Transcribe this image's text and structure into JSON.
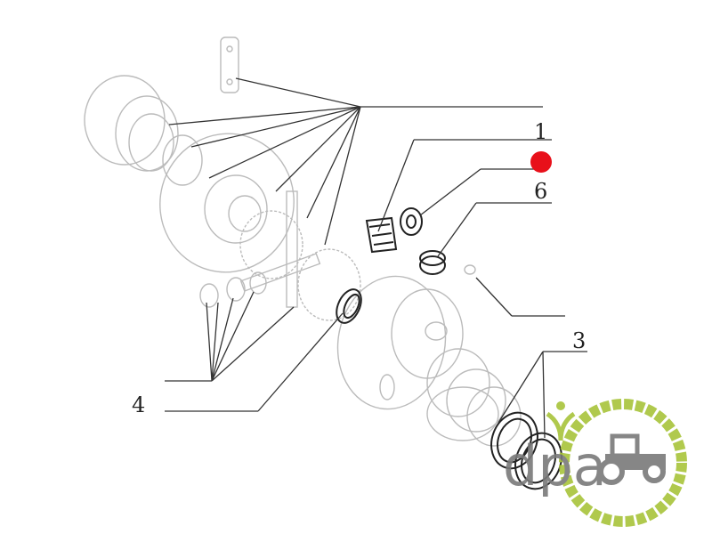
{
  "diagram": {
    "callouts": [
      {
        "id": "1",
        "label": "1"
      },
      {
        "id": "6",
        "label": "6"
      },
      {
        "id": "3",
        "label": "3"
      },
      {
        "id": "4",
        "label": "4"
      }
    ],
    "highlight_color": "#e8101a"
  },
  "logo": {
    "text": "dpa",
    "colors": {
      "green": "#a8c43a",
      "gray": "#7a7a7a"
    }
  }
}
